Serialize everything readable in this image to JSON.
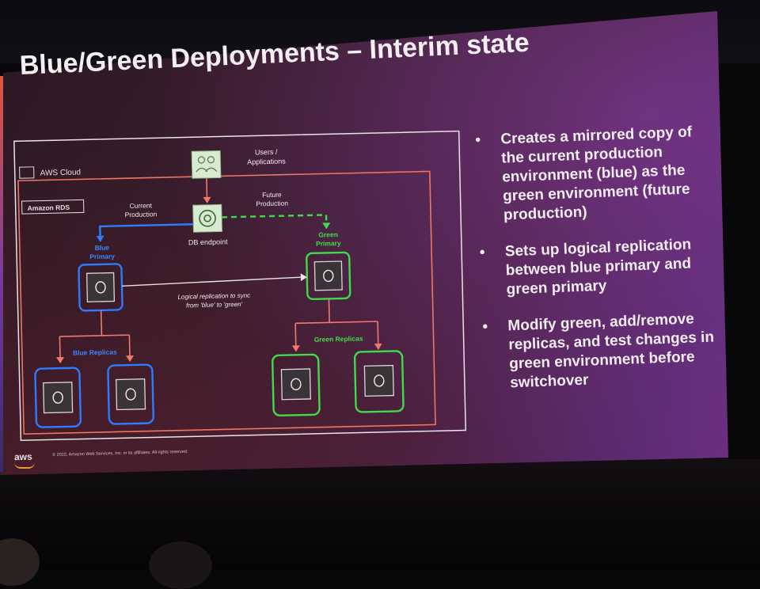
{
  "slide": {
    "title": "Blue/Green Deployments – Interim state",
    "bullets": [
      "Creates a mirrored copy of the current production environment (blue) as the green environment (future production)",
      "Sets up logical replication between blue primary and green primary",
      "Modify green, add/remove replicas, and test changes in green environment before switchover"
    ],
    "footer_logo": "aws",
    "footer_copyright": "© 2022, Amazon Web Services, Inc. or its affiliates. All rights reserved."
  },
  "diagram": {
    "aws_cloud_label": "AWS Cloud",
    "amazon_rds_label": "Amazon RDS",
    "users_label_line1": "Users /",
    "users_label_line2": "Applications",
    "endpoint_label": "DB endpoint",
    "current_production_line1": "Current",
    "current_production_line2": "Production",
    "future_production_line1": "Future",
    "future_production_line2": "Production",
    "blue_primary_line1": "Blue",
    "blue_primary_line2": "Primary",
    "green_primary_line1": "Green",
    "green_primary_line2": "Primary",
    "replication_line1": "Logical replication to sync",
    "replication_line2": "from 'blue' to 'green'",
    "blue_replicas_label": "Blue Replicas",
    "green_replicas_label": "Green Replicas"
  },
  "colors": {
    "blue": "#2f7bff",
    "green": "#3fdc4a",
    "salmon": "#f07a6a"
  }
}
